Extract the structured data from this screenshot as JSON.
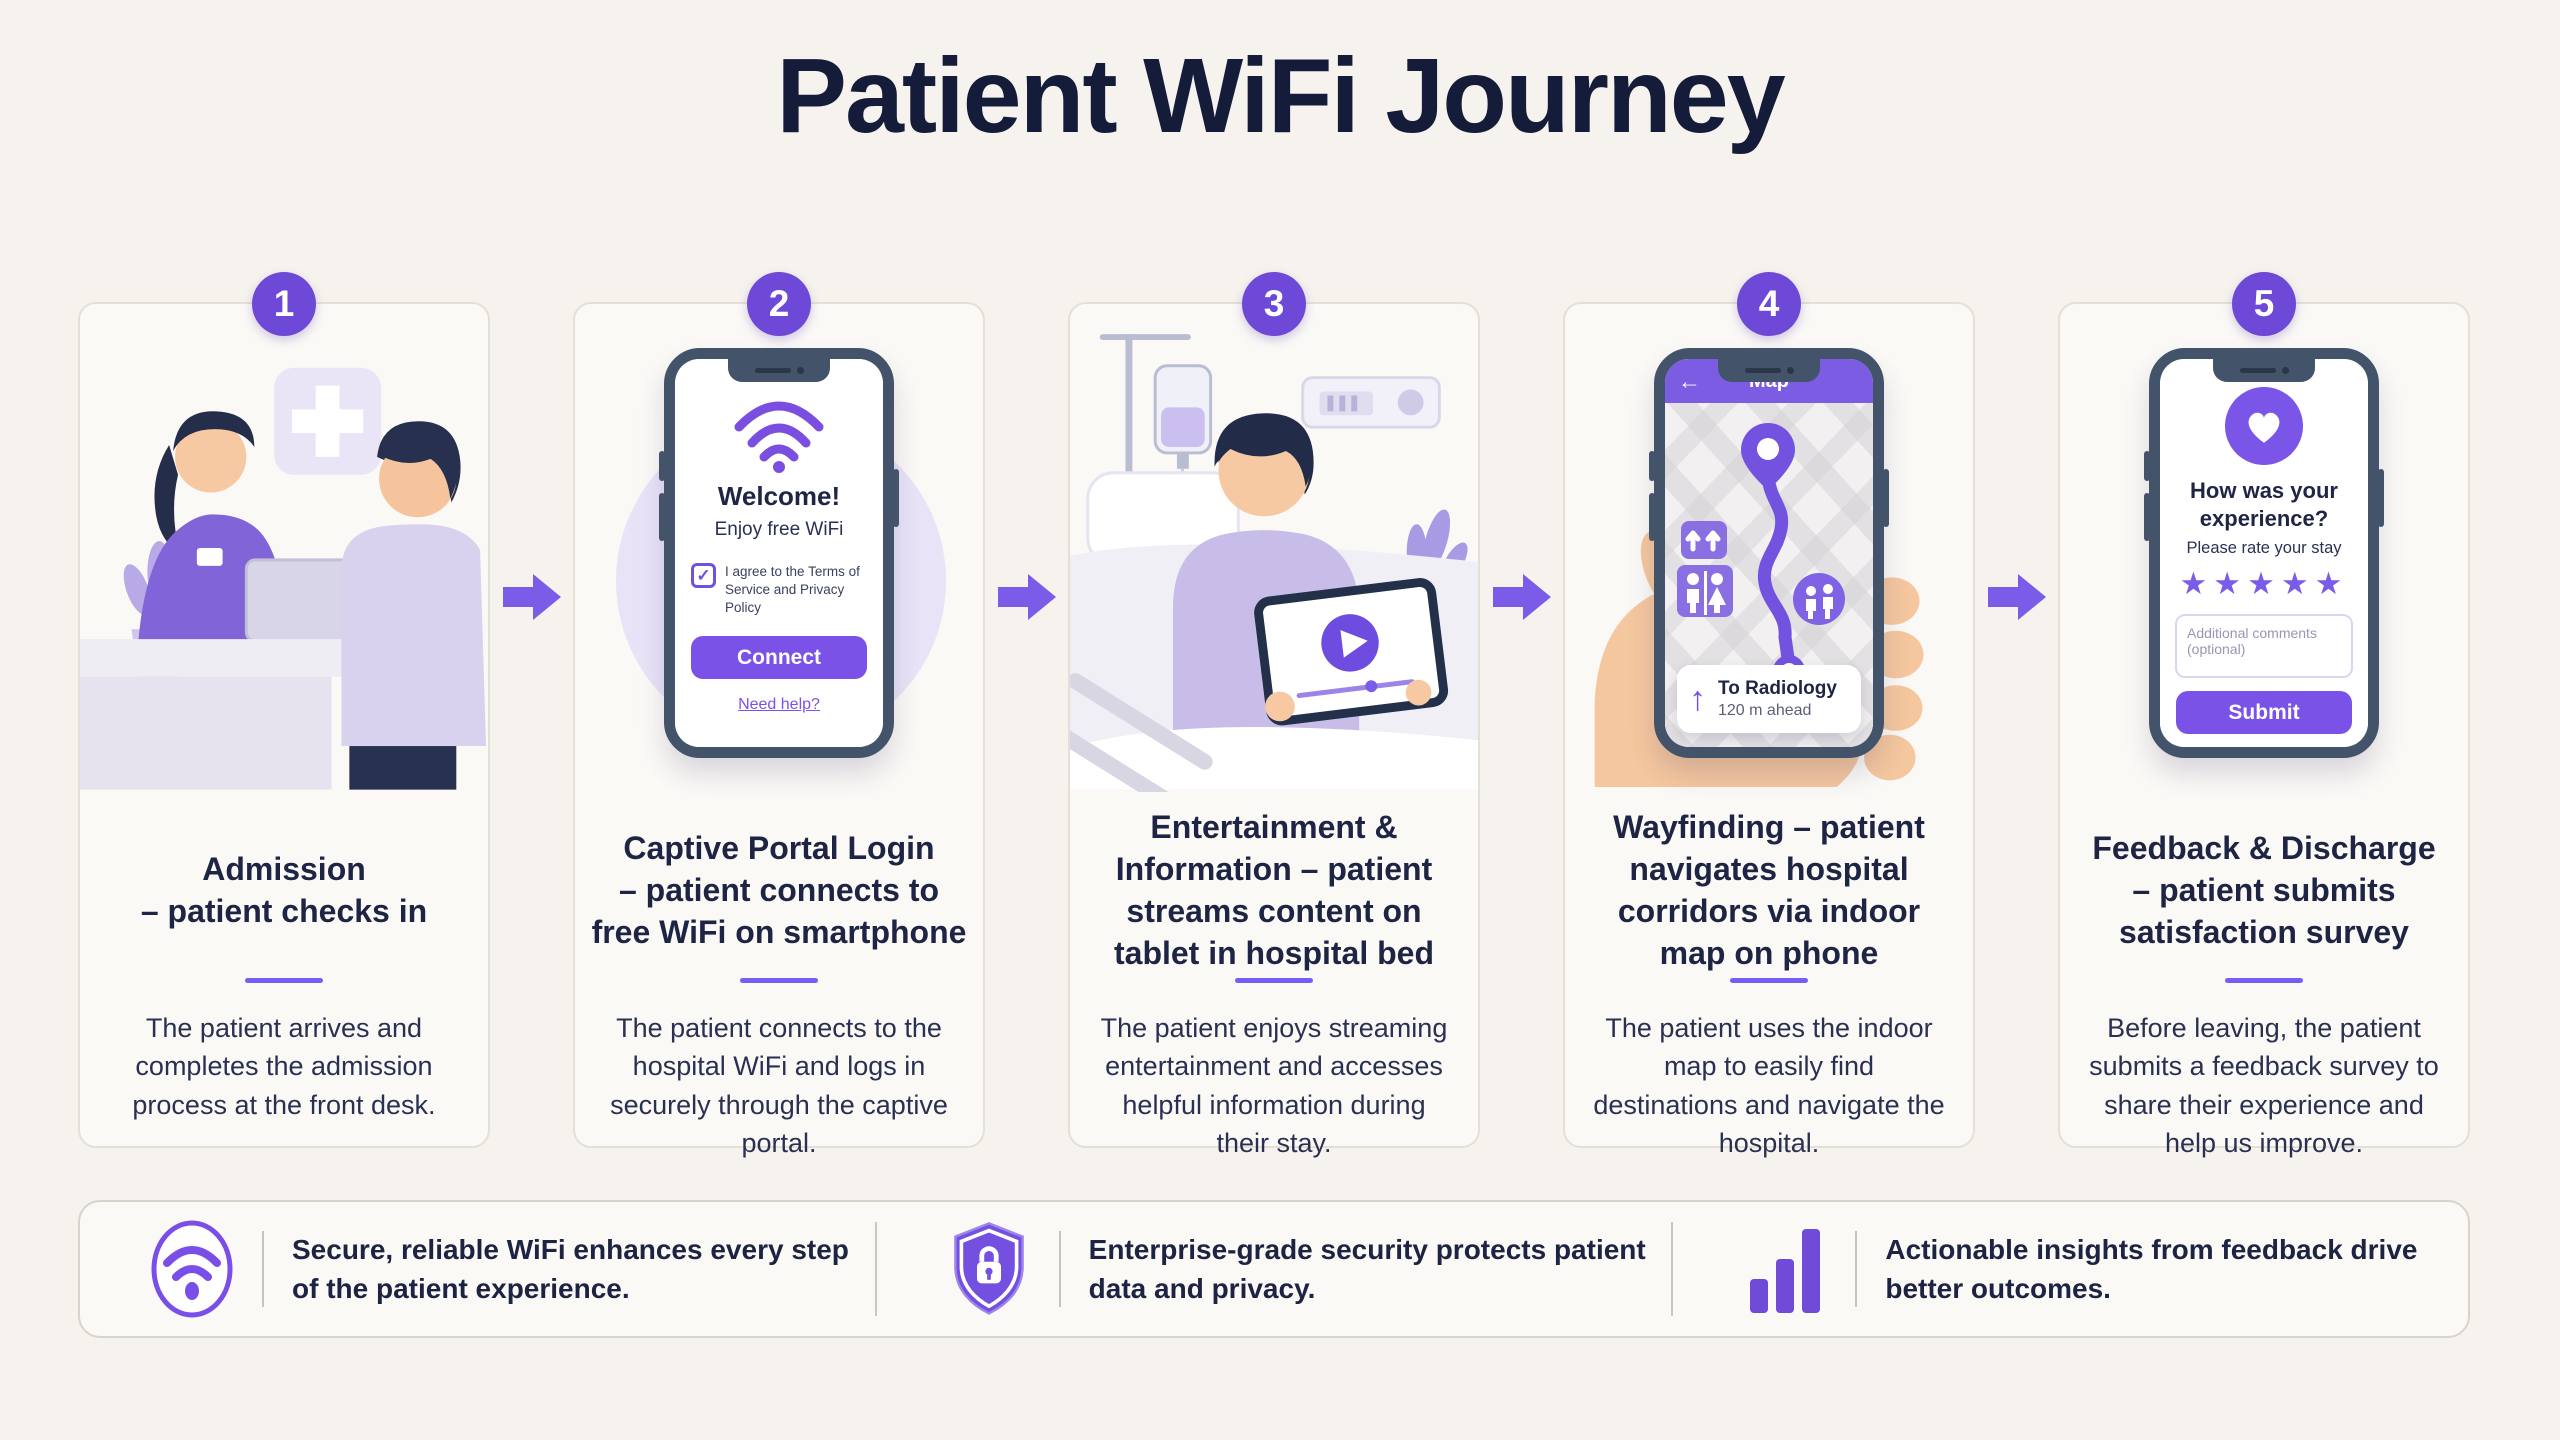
{
  "page": {
    "title": "Patient WiFi Journey"
  },
  "colors": {
    "accent": "#7450E0",
    "accent_bright": "#7A5CF0",
    "badge": "#6E48D6",
    "navy": "#1D2444"
  },
  "icons": {
    "back_arrow": "←",
    "up_arrow": "↑",
    "check": "✓",
    "stars": "★★★★★"
  },
  "steps": [
    {
      "number": "1",
      "title": "Admission\n– patient checks in",
      "description": "The patient arrives and completes the admission process at the front desk."
    },
    {
      "number": "2",
      "title": "Captive Portal Login\n– patient connects to\nfree WiFi on smartphone",
      "description": "The patient connects to the hospital WiFi and logs in securely through the captive portal."
    },
    {
      "number": "3",
      "title": "Entertainment &\nInformation – patient\nstreams content on\ntablet in hospital bed",
      "description": "The patient enjoys streaming entertainment and accesses helpful information during their stay."
    },
    {
      "number": "4",
      "title": "Wayfinding – patient\nnavigates hospital\ncorridors via indoor\nmap on phone",
      "description": "The patient uses the indoor map to easily find destinations and navigate the hospital."
    },
    {
      "number": "5",
      "title": "Feedback & Discharge\n– patient submits\nsatisfaction survey",
      "description": "Before leaving, the patient submits a feedback survey to share their experience and help us improve."
    }
  ],
  "phone_portal": {
    "welcome": "Welcome!",
    "subtitle": "Enjoy free WiFi",
    "terms": "I agree to the Terms of Service and Privacy Policy",
    "connect_label": "Connect",
    "help_label": "Need help?"
  },
  "phone_map": {
    "title": "Map",
    "destination": "To Radiology",
    "distance": "120 m ahead"
  },
  "phone_survey": {
    "question": "How was your experience?",
    "subtitle": "Please rate your stay",
    "comments_placeholder": "Additional comments (optional)",
    "submit_label": "Submit"
  },
  "footer": {
    "items": [
      {
        "icon": "wifi-icon",
        "text": "Secure, reliable WiFi enhances every step of the patient experience."
      },
      {
        "icon": "shield-lock-icon",
        "text": "Enterprise-grade security protects patient data and privacy."
      },
      {
        "icon": "bar-chart-icon",
        "text": "Actionable insights from feedback drive better outcomes."
      }
    ]
  }
}
